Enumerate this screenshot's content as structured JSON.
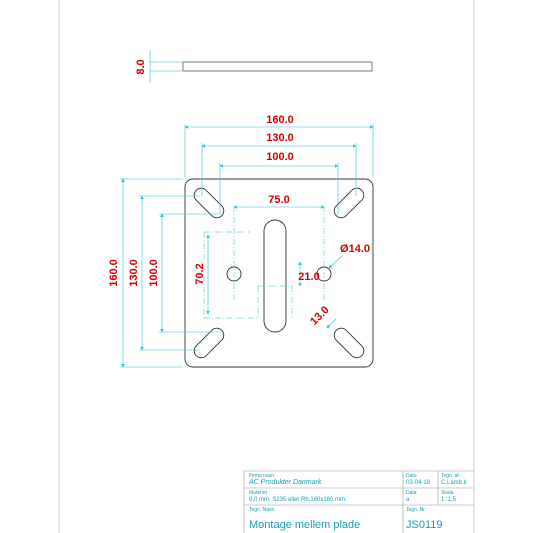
{
  "dimensions": {
    "thickness": "8.0",
    "width_160": "160.0",
    "width_130": "130.0",
    "width_100": "100.0",
    "width_75": "75.0",
    "height_160": "160.0",
    "height_130": "130.0",
    "height_100": "100.0",
    "height_70": "70.2",
    "offset_21": "21.0",
    "diameter": "Ø14.0",
    "slot_width": "13.0"
  },
  "title_block": {
    "firm_label": "Firma navn",
    "firm_name": "AC Produkter Danmark",
    "date_label": "Dato",
    "date_value": "03-04-18",
    "drawn_by_label": "Tegn. af.",
    "drawn_by_value": "C.Lamb.k",
    "material_label": "Materiel",
    "material_value": "8,0 mm. S235 eller Rh.160x160 mm.",
    "qty_label": "Data",
    "qty_value": "a",
    "scale_label": "Skala",
    "scale_value": "1 :1,5",
    "drawing_name_label": "Tegn. Navn.",
    "drawing_name": "Montage mellem plade",
    "drawing_no_label": "Tegn. Nr.",
    "drawing_no": "JS0119"
  },
  "colors": {
    "dimension_line": "#26c6d6",
    "dimension_text": "#d40000",
    "part_outline": "#333333",
    "title_text": "#1a9fb0"
  }
}
